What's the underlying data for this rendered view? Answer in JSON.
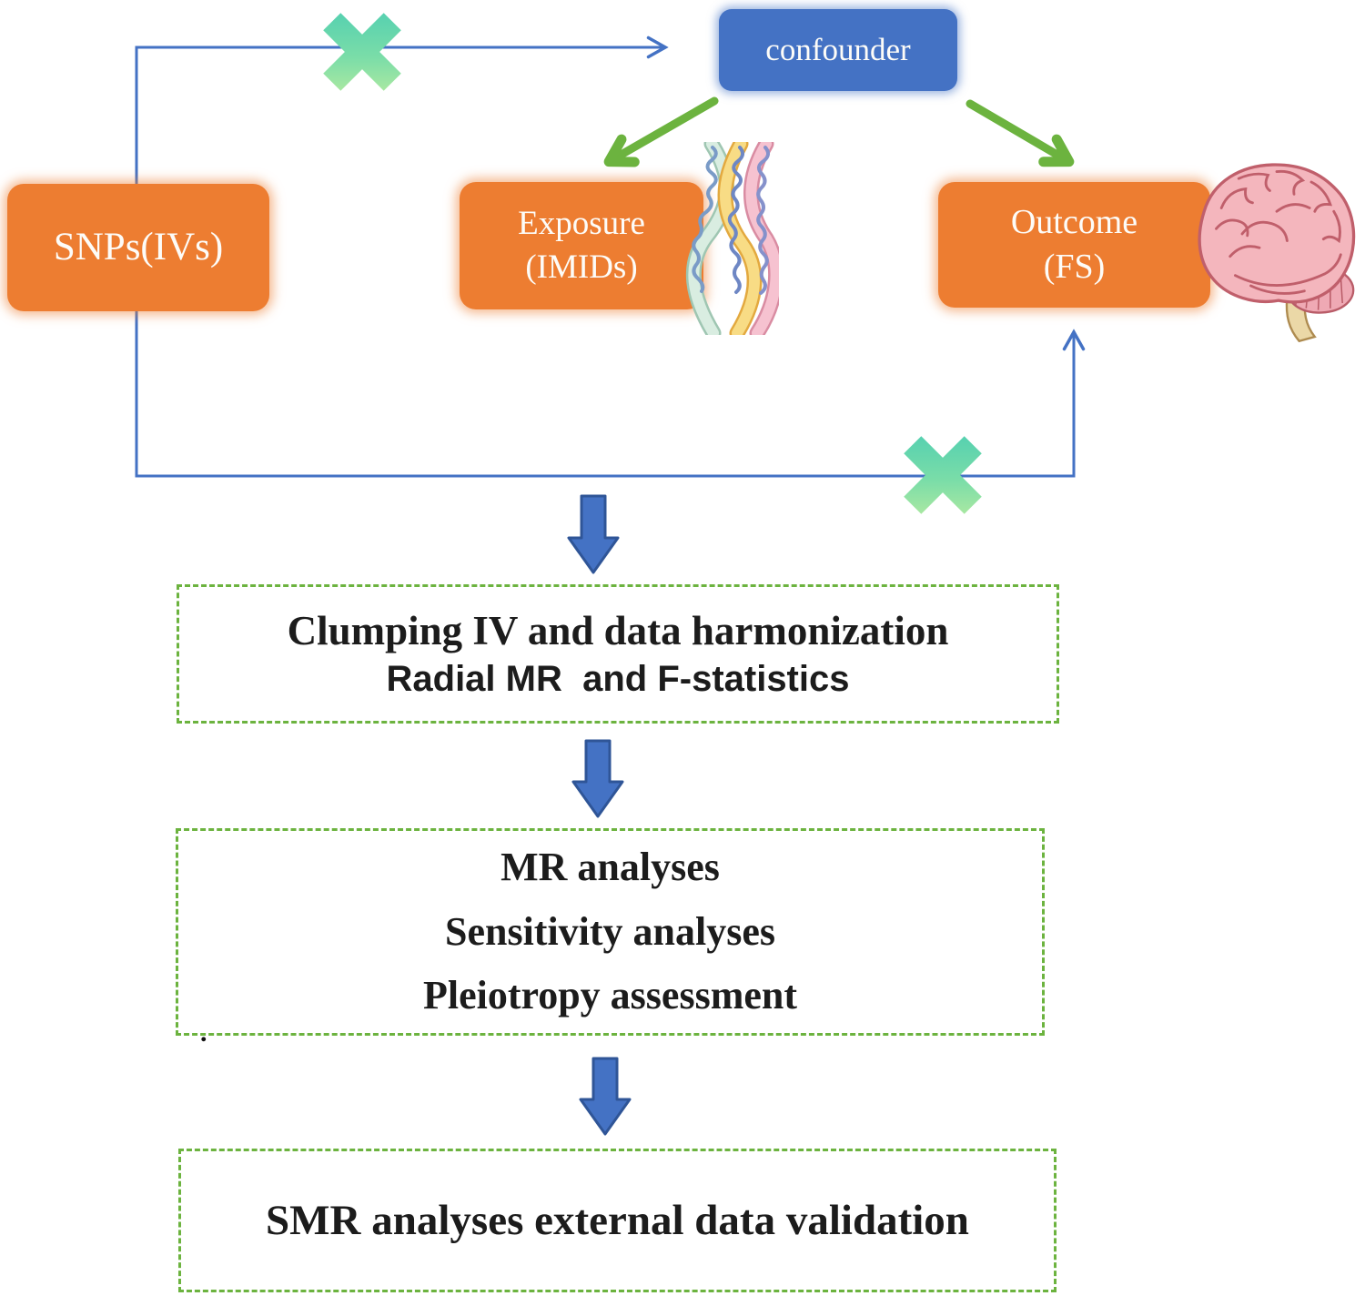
{
  "nodes": {
    "confounder": "confounder",
    "snps": "SNPs(IVs)",
    "exposure_line1": "Exposure",
    "exposure_line2": "(IMIDs)",
    "outcome_line1": "Outcome",
    "outcome_line2": "(FS)"
  },
  "process_steps": {
    "step1_line1": "Clumping IV and data harmonization",
    "step1_line2": "Radial MR  and F-statistics",
    "step2_line1": "MR analyses",
    "step2_line2": "Sensitivity analyses",
    "step2_line3": "Pleiotropy assessment",
    "step3_line1": "SMR analyses external data validation"
  },
  "stray_mark": ".",
  "icons": {
    "dna": "dna-helix-icon",
    "brain": "brain-icon",
    "cross_top": "blocked-cross-icon",
    "cross_bottom": "blocked-cross-icon",
    "down_arrow": "block-arrow-down-icon",
    "confounder_arrows": "green-arrow-icon"
  },
  "colors": {
    "node_orange": "#ED7D31",
    "node_blue": "#4472C4",
    "connector_blue": "#4472C4",
    "arrow_green": "#6CB33F",
    "dashed_border_green": "#6CB33F",
    "block_arrow_fill": "#4472C4",
    "block_arrow_stroke": "#2F5597",
    "cross_teal": "#45CBB4",
    "cross_light_green": "#C6EF9E",
    "text_dark": "#1C1C1C",
    "text_light": "#FDFCF8"
  }
}
